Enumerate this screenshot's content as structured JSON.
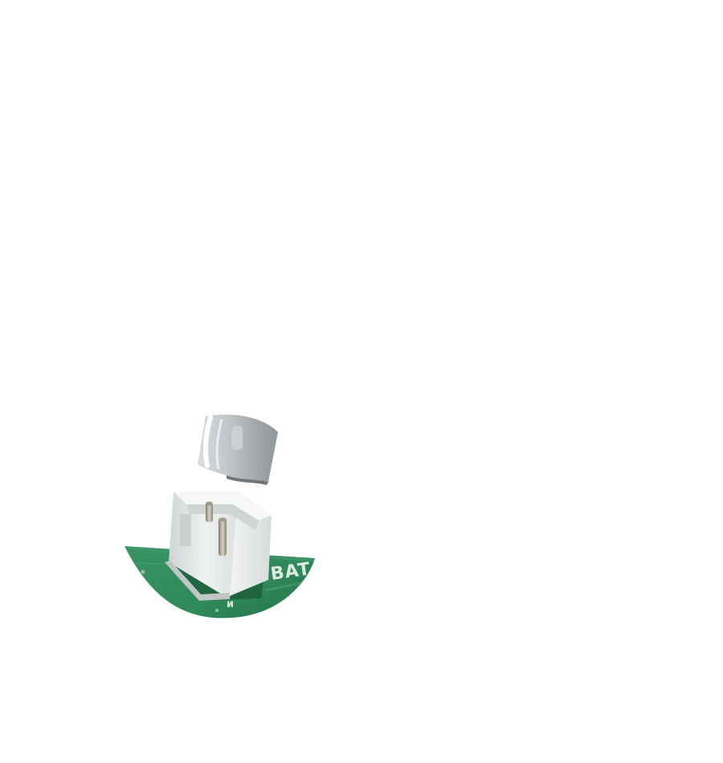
{
  "image": {
    "description_tags": [
      "pcb",
      "jst-connector",
      "cable-plug"
    ],
    "colors": {
      "background": "#ffffff",
      "pcb_green": "#2f8a5a",
      "pcb_dark": "#1f6e45",
      "connector_white": "#e6eae8",
      "plug_gray": "#a9b1b4",
      "silkscreen": "#dfe8e2"
    }
  },
  "pcb": {
    "silkscreen_label": "BAT",
    "silkscreen_mark": "и"
  }
}
